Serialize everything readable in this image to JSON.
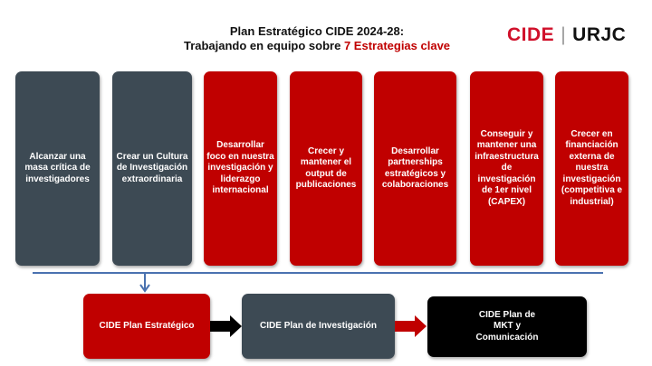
{
  "header": {
    "title_line1": "Plan Estratégico CIDE 2024-28:",
    "title_line2_prefix": "Trabajando en equipo sobre ",
    "title_line2_highlight": "7 Estrategias clave",
    "logos": {
      "cide": "CIDE",
      "separator": "|",
      "urjc": "URJC"
    }
  },
  "strategies": [
    {
      "label": "Alcanzar una masa crítica de investigadores",
      "color": "#3d4a54"
    },
    {
      "label": "Crear un Cultura de Investigación extraordinaria",
      "color": "#3d4a54"
    },
    {
      "label": "Desarrollar foco en nuestra investigación y liderazgo internacional",
      "color": "#c00000"
    },
    {
      "label": "Crecer y mantener el output de publicaciones",
      "color": "#c00000"
    },
    {
      "label": "Desarrollar partnerships estratégicos y colaboraciones",
      "color": "#c00000"
    },
    {
      "label": "Conseguir y mantener una infraestructura de investigación de 1er nivel (CAPEX)",
      "color": "#c00000"
    },
    {
      "label": "Crecer en financiación externa de nuestra investigación (competitiva e industrial)",
      "color": "#c00000"
    }
  ],
  "plans": [
    {
      "label": "CIDE Plan Estratégico",
      "color": "#c00000"
    },
    {
      "label": "CIDE Plan de Investigación",
      "color": "#3d4a54"
    },
    {
      "label": "CIDE Plan de MKT y Comunicación",
      "color": "#000000"
    }
  ],
  "colors": {
    "accent": "#c00000",
    "connector": "#4a72b0"
  }
}
